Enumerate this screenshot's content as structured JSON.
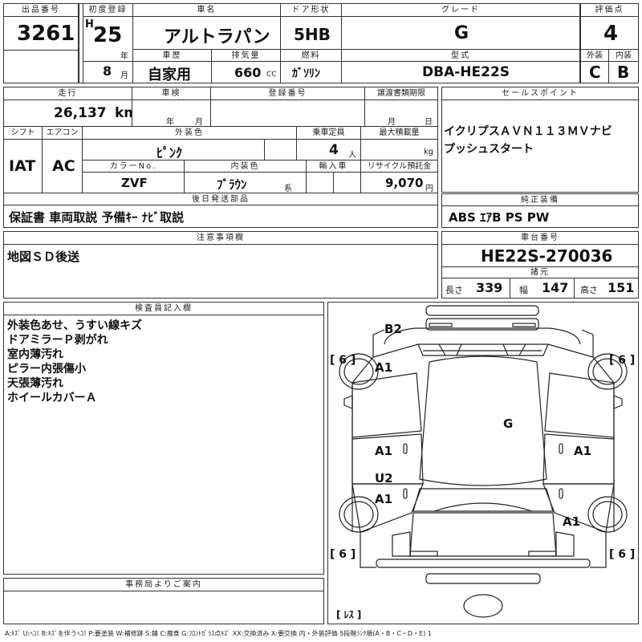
{
  "headers": {
    "lot": "出品番号",
    "first_reg": "初度登録",
    "car_name": "車名",
    "door": "ドア形状",
    "grade": "グレード",
    "score": "評価点",
    "history": "車歴",
    "displacement": "排気量",
    "fuel": "燃料",
    "model": "型式",
    "ext": "外装",
    "int": "内装",
    "mileage": "走行",
    "inspection": "車検",
    "reg_no": "登録番号",
    "transfer": "譲渡書類期限",
    "sales": "セールスポイント",
    "shift": "シフト",
    "aircon": "エアコン",
    "ext_color": "外装色",
    "capacity": "乗車定員",
    "max_load": "最大積載量",
    "color_no": "カラーNo.",
    "int_color": "内装色",
    "import": "輸入車",
    "recycle": "リサイクル預託金",
    "later_parts": "後日発送部品",
    "genuine": "純正装備",
    "notes": "注意事項欄",
    "chassis": "車台番号",
    "dims": "諸元",
    "inspector": "検査員記入欄",
    "office": "事務局よりご案内"
  },
  "values": {
    "lot": "3261",
    "era": "H",
    "year": "25",
    "year_unit": "年",
    "month": "8",
    "month_unit": "月",
    "car_name": "アルトラパン",
    "door": "5HB",
    "grade": "G",
    "score": "4",
    "history": "自家用",
    "displacement": "660",
    "displacement_unit": "CC",
    "fuel": "ｶﾞｿﾘﾝ",
    "model": "DBA-HE22S",
    "ext": "C",
    "int": "B",
    "mileage": "26,137",
    "mileage_unit": "km",
    "inspection_year": "年",
    "inspection_month": "月",
    "transfer_month": "月",
    "transfer_day": "日",
    "shift": "IAT",
    "aircon": "AC",
    "ext_color": "ﾋﾟﾝｸ",
    "capacity": "4",
    "capacity_unit": "人",
    "max_load_unit": "kg",
    "color_no": "ZVF",
    "int_color": "ﾌﾞﾗｳﾝ",
    "int_color_suffix": "系",
    "recycle": "9,070",
    "recycle_unit": "円",
    "sales_points": [
      "イクリプスＡＶＮ１１３ＭＶナビ",
      "プッシュスタート"
    ],
    "later_parts": "保証書 車両取説 予備ｷｰ ﾅﾋﾞ取説",
    "genuine": "ABS ｴｱB PS PW",
    "notes": "地図ＳＤ後送",
    "chassis": "HE22S-270036",
    "length_label": "長さ",
    "length": "339",
    "width_label": "幅",
    "width": "147",
    "height_label": "高さ",
    "height": "151",
    "inspector_lines": [
      "外装色あせ、うすい線キズ",
      "ドアミラーＰ剥がれ",
      "室内薄汚れ",
      "ピラー内張傷小",
      "天張薄汚れ",
      "ホイールカバーＡ"
    ]
  },
  "diagram": {
    "marks": {
      "b2": "B2",
      "a1_front_left": "A1",
      "g_roof": "G",
      "a1_left_door": "A1",
      "a1_right_door": "A1",
      "u2": "U2",
      "a1_left_rear": "A1",
      "a1_right_rear": "A1"
    },
    "tire_fl": "[ 6 ]",
    "tire_fr": "[ 6 ]",
    "tire_rl": "[ 6 ]",
    "tire_rr": "[ 6 ]",
    "spare": "[ ﾚｽ ]"
  },
  "legend": "A:ｷｽﾞ U:ﾍｺﾐ B:ｷｽﾞを伴うﾍｺﾐ P:要塗装 W:補修跡 S:錆 C:腐食 G:ﾌﾛﾝﾄｶﾞﾗｽ点ｷｽﾞ XX:交換済み X:要交換 内・外装評価 5段階ﾗﾝｸ順(A・B・C・D・E) 1"
}
